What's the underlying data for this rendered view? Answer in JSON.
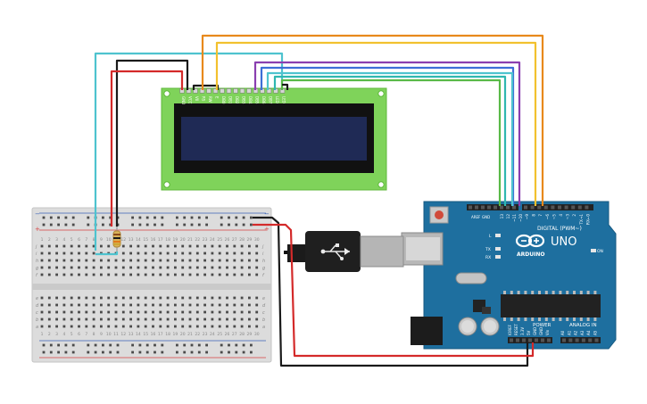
{
  "lcd": {
    "pins": [
      "GND",
      "VCC",
      "V0",
      "RS",
      "RW",
      "E",
      "DB0",
      "DB1",
      "DB2",
      "DB3",
      "DB4",
      "DB5",
      "DB6",
      "DB7",
      "LED",
      "LED"
    ],
    "screen_color": "#1f2a55",
    "board_color": "#7fd35a"
  },
  "arduino": {
    "logo_text": "ARDUINO",
    "model": "UNO",
    "digital_label": "DIGITAL (PWM~)",
    "power_label": "POWER",
    "analog_label": "ANALOG IN",
    "on_label": "ON",
    "tx_label": "TX",
    "rx_label": "RX",
    "l_label": "L",
    "aref_label": "AREF",
    "gnd_label": "GND",
    "digital_pins": [
      "13",
      "12",
      "~11",
      "~10",
      "~9",
      "8",
      "7",
      "~6",
      "~5",
      "4",
      "~3",
      "2",
      "TX→1",
      "RX←0"
    ],
    "power_pins": [
      "IOREF",
      "RESET",
      "3.3V",
      "5V",
      "GND",
      "GND",
      "Vin"
    ],
    "analog_pins": [
      "A0",
      "A1",
      "A2",
      "A3",
      "A4",
      "A5"
    ],
    "board_color": "#1e6f9f"
  },
  "breadboard": {
    "rows_top": [
      "j",
      "i",
      "h",
      "g",
      "f"
    ],
    "rows_bottom": [
      "e",
      "d",
      "c",
      "b",
      "a"
    ],
    "columns": [
      "1",
      "2",
      "3",
      "4",
      "5",
      "6",
      "7",
      "8",
      "9",
      "10",
      "11",
      "12",
      "13",
      "14",
      "15",
      "16",
      "17",
      "18",
      "19",
      "20",
      "21",
      "22",
      "23",
      "24",
      "25",
      "26",
      "27",
      "28",
      "29",
      "30"
    ],
    "plus": "+",
    "minus": "−"
  },
  "wire_colors": {
    "red": "#d42a2a",
    "black": "#1a1a1a",
    "cyan": "#4ec3cf",
    "orange": "#e8891c",
    "yellow": "#f2c12e",
    "purple": "#8a3fb0",
    "blue": "#3d6fd6",
    "teal": "#2fb7b0",
    "green": "#58b947"
  },
  "components": [
    "resistor",
    "usb-cable"
  ]
}
